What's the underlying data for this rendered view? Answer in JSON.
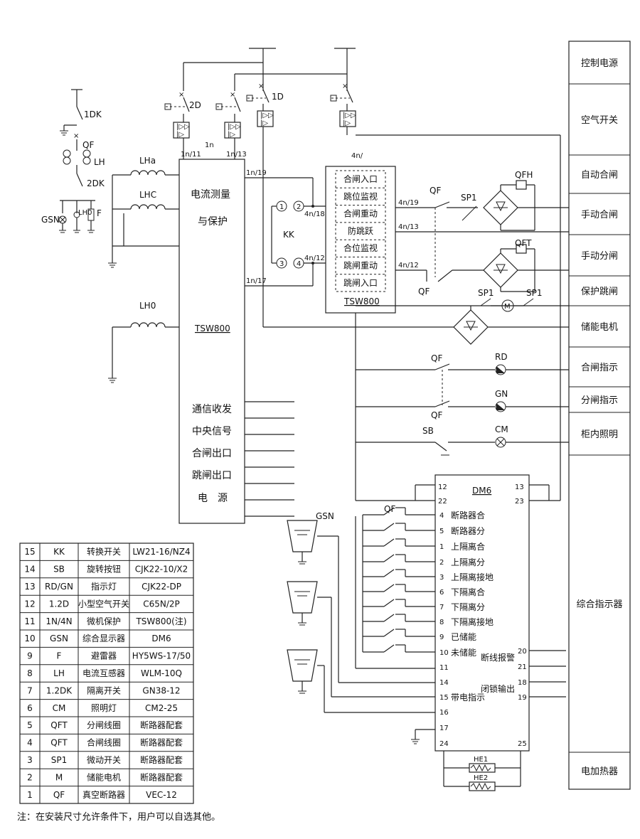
{
  "labels": {
    "sw1dk": "1DK",
    "qf_top": "QF",
    "lh": "LH",
    "sw2dk": "2DK",
    "gsn_left": "GSN",
    "lh0_small": "LH0",
    "f": "F",
    "lha": "LHa",
    "lhc": "LHC",
    "lh0": "LH0",
    "sw2d": "2D",
    "sw1d": "1D",
    "n1": "1n",
    "n1_11": "1n/11",
    "n1_13": "1n/13",
    "n1_19": "1n/19",
    "n1_17": "1n/17",
    "n4": "4n/",
    "n4_18": "4n/18",
    "n4_12_left": "4n/12",
    "n4_19": "4n/19",
    "n4_13": "4n/13",
    "n4_12": "4n/12",
    "kk": "KK",
    "c1": "1",
    "c2": "2",
    "c3": "3",
    "c4": "4",
    "qf_a": "QF",
    "sp1_a": "SP1",
    "qfh": "QFH",
    "qf_b": "QF",
    "qft": "QFT",
    "sp1_b": "SP1",
    "sp1_c": "SP1",
    "m": "M",
    "qf_rd": "QF",
    "rd": "RD",
    "qf_gn": "QF",
    "gn": "GN",
    "sb": "SB",
    "cm": "CM",
    "qf_dm": "QF",
    "gsn_dm": "GSN",
    "he1": "HE1",
    "he2": "HE2"
  },
  "protection_box": {
    "line1": "电流测量",
    "line2": "与保护",
    "model": "TSW800",
    "outputs": [
      "通信收发",
      "中央信号",
      "合闸出口",
      "跳闸出口",
      "电　源"
    ]
  },
  "tsw_box": {
    "items": [
      "合闸入口",
      "跳位监视",
      "合闸重动",
      "防跳跃",
      "合位监视",
      "跳闸重动",
      "跳闸入口"
    ],
    "model": "TSW800"
  },
  "dm6": {
    "title": "DM6",
    "t12": "12",
    "t22": "22",
    "t13": "13",
    "t23": "23",
    "rows": [
      {
        "num": "4",
        "label": "断路器合"
      },
      {
        "num": "5",
        "label": "断路器分"
      },
      {
        "num": "1",
        "label": "上隔离合"
      },
      {
        "num": "2",
        "label": "上隔离分"
      },
      {
        "num": "3",
        "label": "上隔离接地"
      },
      {
        "num": "6",
        "label": "下隔离合"
      },
      {
        "num": "7",
        "label": "下隔离分"
      },
      {
        "num": "8",
        "label": "下隔离接地"
      },
      {
        "num": "9",
        "label": "已储能"
      },
      {
        "num": "10",
        "label": "未储能"
      },
      {
        "num": "11",
        "label": ""
      },
      {
        "num": "14",
        "label": ""
      },
      {
        "num": "15",
        "label": "带电指示"
      },
      {
        "num": "16",
        "label": ""
      },
      {
        "num": "17",
        "label": ""
      },
      {
        "num": "24",
        "label": ""
      }
    ],
    "right": [
      {
        "num": "20",
        "label": "断线报警"
      },
      {
        "num": "21",
        "label": ""
      },
      {
        "num": "18",
        "label": "闭锁输出"
      },
      {
        "num": "19",
        "label": ""
      },
      {
        "num": "25",
        "label": ""
      }
    ]
  },
  "side_column": [
    "控制电源",
    "空气开关",
    "自动合闸",
    "手动合闸",
    "手动分闸",
    "保护跳闸",
    "储能电机",
    "合闸指示",
    "分闸指示",
    "柜内照明",
    "综合指示器",
    "电加热器"
  ],
  "parts": [
    [
      "15",
      "KK",
      "转换开关",
      "LW21-16/NZ4"
    ],
    [
      "14",
      "SB",
      "旋转按钮",
      "CJK22-10/X2"
    ],
    [
      "13",
      "RD/GN",
      "指示灯",
      "CJK22-DP"
    ],
    [
      "12",
      "1.2D",
      "小型空气开关",
      "C65N/2P"
    ],
    [
      "11",
      "1N/4N",
      "微机保护",
      "TSW800(注)"
    ],
    [
      "10",
      "GSN",
      "综合显示器",
      "DM6"
    ],
    [
      "9",
      "F",
      "避雷器",
      "HY5WS-17/50"
    ],
    [
      "8",
      "LH",
      "电流互感器",
      "WLM-10Q"
    ],
    [
      "7",
      "1.2DK",
      "隔离开关",
      "GN38-12"
    ],
    [
      "6",
      "CM",
      "照明灯",
      "CM2-25"
    ],
    [
      "5",
      "QFT",
      "分闸线圈",
      "断路器配套"
    ],
    [
      "4",
      "QFT",
      "合闸线圈",
      "断路器配套"
    ],
    [
      "3",
      "SP1",
      "微动开关",
      "断路器配套"
    ],
    [
      "2",
      "M",
      "储能电机",
      "断路器配套"
    ],
    [
      "1",
      "QF",
      "真空断路器",
      "VEC-12"
    ]
  ],
  "note": "注：在安装尺寸允许条件下，用户可以自选其他。"
}
